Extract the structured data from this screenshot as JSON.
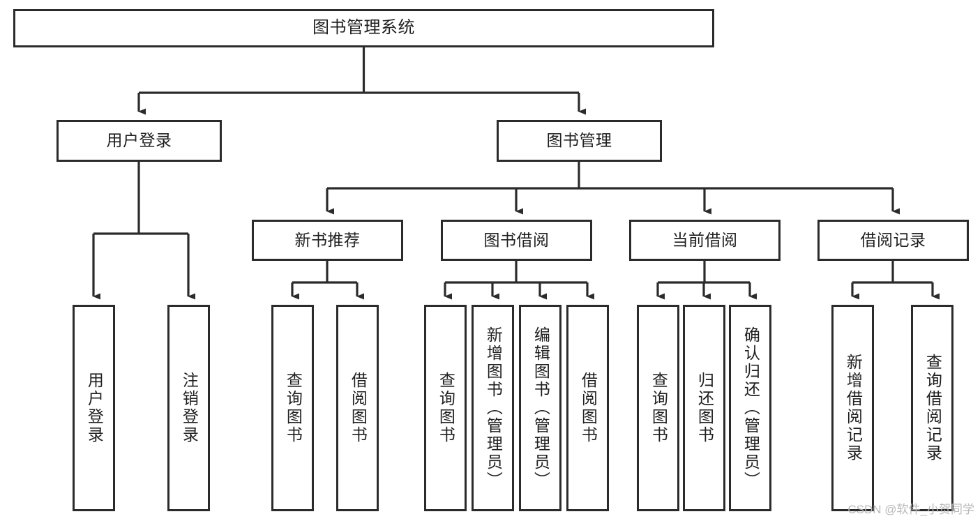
{
  "title": "图书管理系统",
  "watermark": "CSDN @软件_小贺同学",
  "colors": {
    "stroke": "#2b2b2b",
    "text": "#1f1f1f",
    "background": "#ffffff",
    "watermark": "#b9b9b9"
  },
  "chart_data": {
    "type": "diagram",
    "diagram_kind": "tree-hierarchy",
    "title": "图书管理系统",
    "orientation": "top-down",
    "nodes": [
      {
        "id": "root",
        "label": "图书管理系统",
        "level": 0,
        "parent": null
      },
      {
        "id": "login",
        "label": "用户登录",
        "level": 1,
        "parent": "root"
      },
      {
        "id": "bookmgmt",
        "label": "图书管理",
        "level": 1,
        "parent": "root"
      },
      {
        "id": "login-do",
        "label": "用户登录",
        "level": 2,
        "parent": "login"
      },
      {
        "id": "login-out",
        "label": "注销登录",
        "level": 2,
        "parent": "login"
      },
      {
        "id": "newbook",
        "label": "新书推荐",
        "level": 2,
        "parent": "bookmgmt"
      },
      {
        "id": "borrow",
        "label": "图书借阅",
        "level": 2,
        "parent": "bookmgmt"
      },
      {
        "id": "current",
        "label": "当前借阅",
        "level": 2,
        "parent": "bookmgmt"
      },
      {
        "id": "records",
        "label": "借阅记录",
        "level": 2,
        "parent": "bookmgmt"
      },
      {
        "id": "newbook-query",
        "label": "查询图书",
        "level": 3,
        "parent": "newbook"
      },
      {
        "id": "newbook-borrow",
        "label": "借阅图书",
        "level": 3,
        "parent": "newbook"
      },
      {
        "id": "borrow-query",
        "label": "查询图书",
        "level": 3,
        "parent": "borrow"
      },
      {
        "id": "borrow-add",
        "label": "新增图书（管理员）",
        "level": 3,
        "parent": "borrow"
      },
      {
        "id": "borrow-edit",
        "label": "编辑图书（管理员）",
        "level": 3,
        "parent": "borrow"
      },
      {
        "id": "borrow-do",
        "label": "借阅图书",
        "level": 3,
        "parent": "borrow"
      },
      {
        "id": "current-query",
        "label": "查询图书",
        "level": 3,
        "parent": "current"
      },
      {
        "id": "current-return",
        "label": "归还图书",
        "level": 3,
        "parent": "current"
      },
      {
        "id": "current-confirm",
        "label": "确认归还（管理员）",
        "level": 3,
        "parent": "current"
      },
      {
        "id": "records-add",
        "label": "新增借阅记录",
        "level": 3,
        "parent": "records"
      },
      {
        "id": "records-query",
        "label": "查询借阅记录",
        "level": 3,
        "parent": "records"
      }
    ],
    "edges": [
      {
        "from": "root",
        "to": "login"
      },
      {
        "from": "root",
        "to": "bookmgmt"
      },
      {
        "from": "login",
        "to": "login-do"
      },
      {
        "from": "login",
        "to": "login-out"
      },
      {
        "from": "bookmgmt",
        "to": "newbook"
      },
      {
        "from": "bookmgmt",
        "to": "borrow"
      },
      {
        "from": "bookmgmt",
        "to": "current"
      },
      {
        "from": "bookmgmt",
        "to": "records"
      },
      {
        "from": "newbook",
        "to": "newbook-query"
      },
      {
        "from": "newbook",
        "to": "newbook-borrow"
      },
      {
        "from": "borrow",
        "to": "borrow-query"
      },
      {
        "from": "borrow",
        "to": "borrow-add"
      },
      {
        "from": "borrow",
        "to": "borrow-edit"
      },
      {
        "from": "borrow",
        "to": "borrow-do"
      },
      {
        "from": "current",
        "to": "current-query"
      },
      {
        "from": "current",
        "to": "current-return"
      },
      {
        "from": "current",
        "to": "current-confirm"
      },
      {
        "from": "records",
        "to": "records-add"
      },
      {
        "from": "records",
        "to": "records-query"
      }
    ]
  },
  "nodes": {
    "root": "图书管理系统",
    "login": "用户登录",
    "bookmgmt": "图书管理",
    "login_do": "用户登录",
    "login_out": "注销登录",
    "newbook": "新书推荐",
    "borrow": "图书借阅",
    "current": "当前借阅",
    "records": "借阅记录",
    "newbook_query": "查询图书",
    "newbook_borrow": "借阅图书",
    "borrow_query": "查询图书",
    "borrow_add": "新增图书（管理员）",
    "borrow_edit": "编辑图书（管理员）",
    "borrow_do": "借阅图书",
    "current_query": "查询图书",
    "current_return": "归还图书",
    "current_confirm": "确认归还（管理员）",
    "records_add": "新增借阅记录",
    "records_query": "查询借阅记录"
  }
}
